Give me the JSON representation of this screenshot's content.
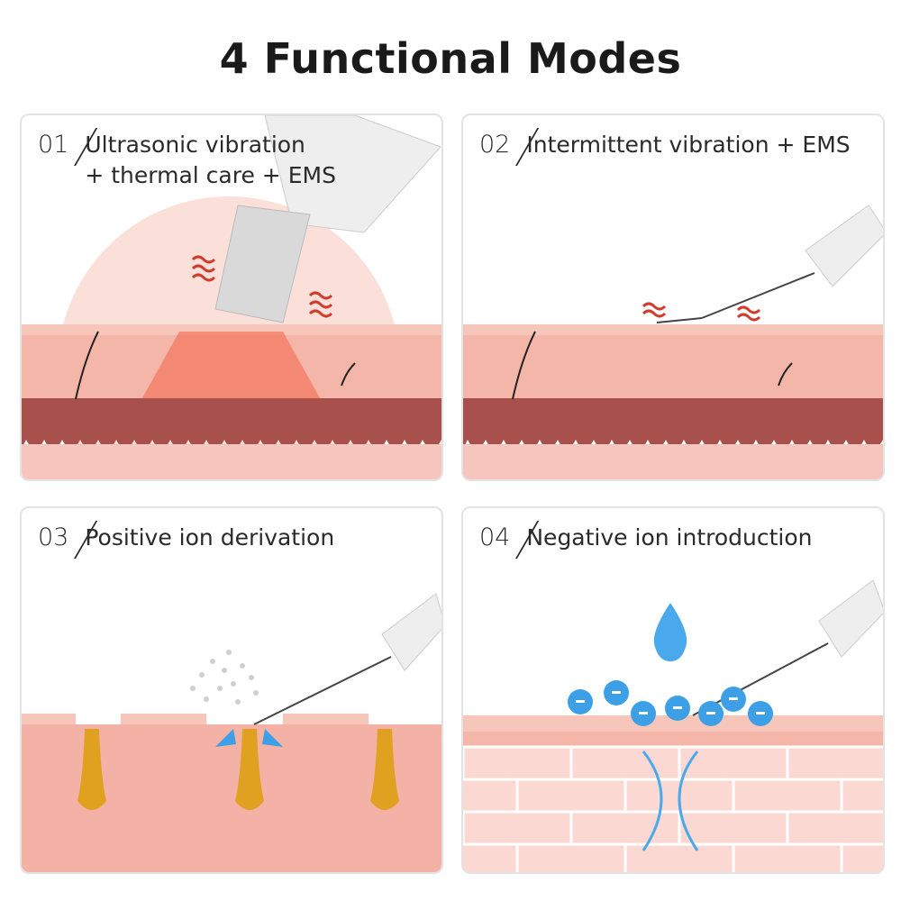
{
  "page": {
    "title": "4 Functional Modes"
  },
  "modes": [
    {
      "number": "01",
      "line1": "Ultrasonic vibration",
      "line2": "+ thermal care + EMS"
    },
    {
      "number": "02",
      "line1": "Intermittent vibration + EMS",
      "line2": ""
    },
    {
      "number": "03",
      "line1": "Positive ion derivation",
      "line2": ""
    },
    {
      "number": "04",
      "line1": "Negative ion introduction",
      "line2": ""
    }
  ],
  "colors": {
    "skin": "#f4b3a6",
    "dermis": "#a8514c",
    "heat": "#f26b55",
    "ion": "#3d9fe6",
    "follicle": "#e0a020"
  }
}
